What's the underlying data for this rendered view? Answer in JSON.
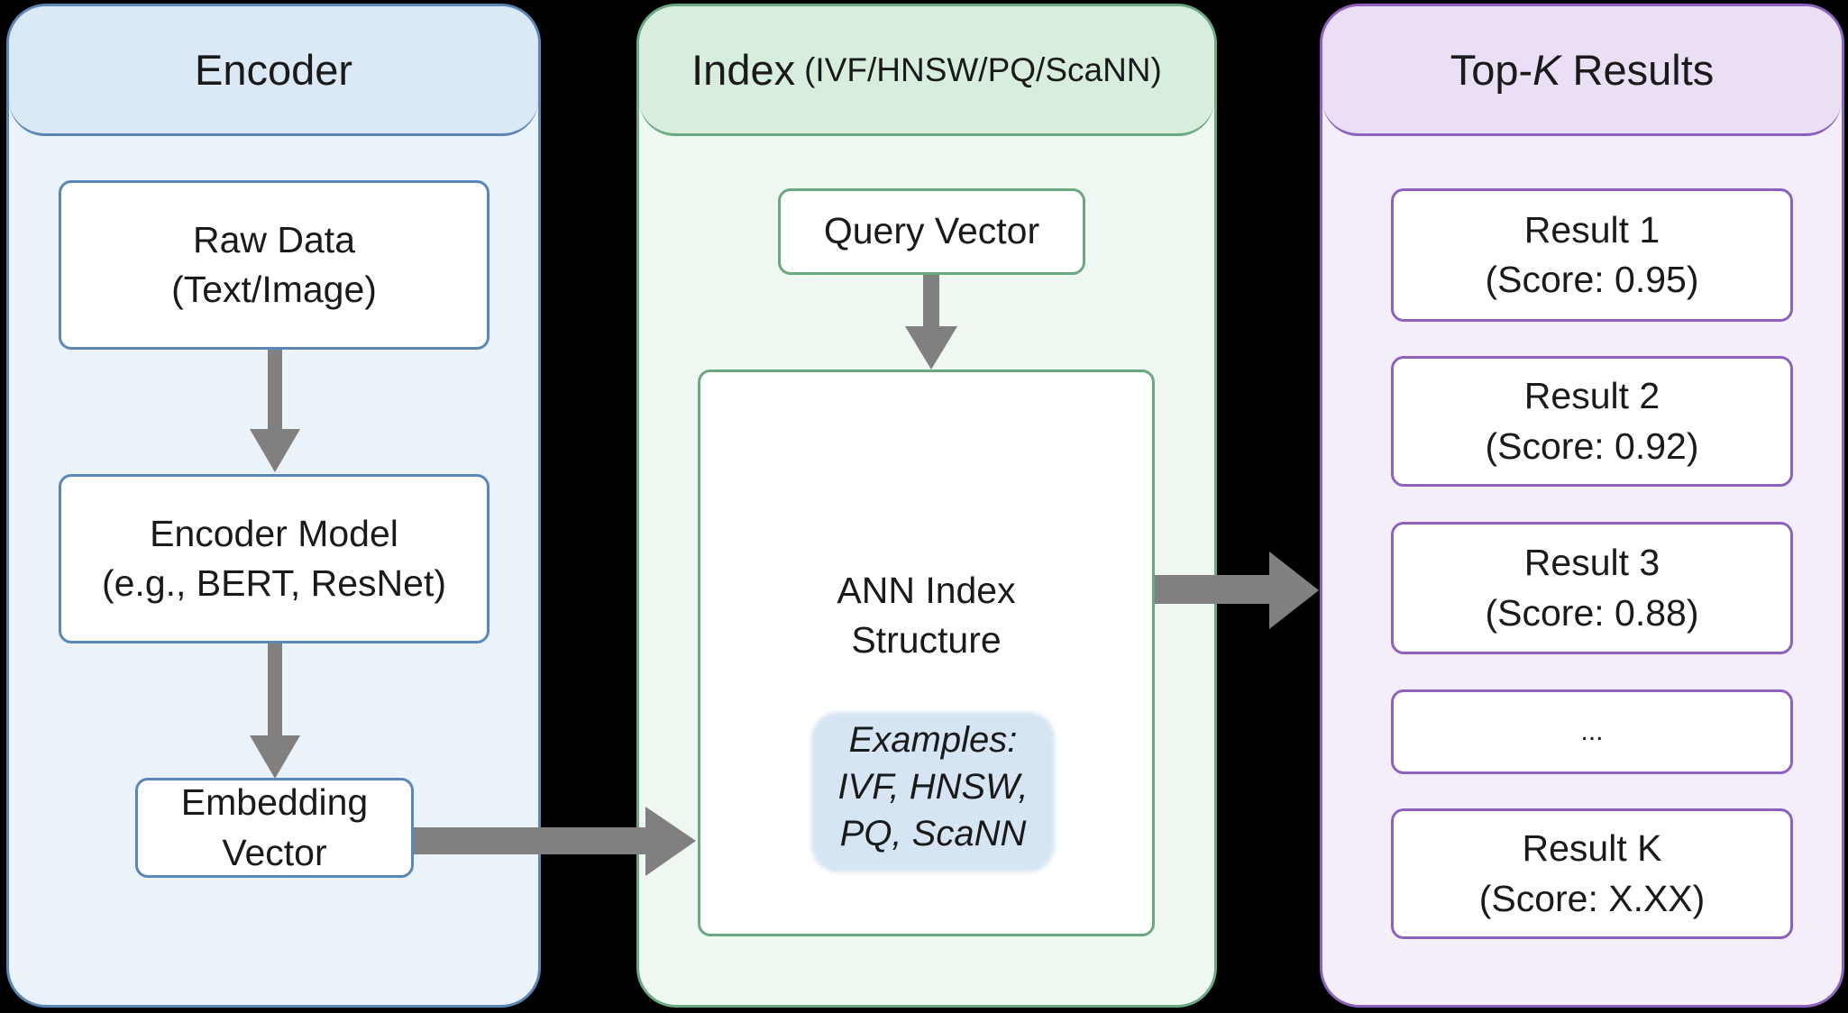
{
  "colors": {
    "background": "#000000",
    "encoder_accent": "#5a86b8",
    "index_accent": "#6aa882",
    "results_accent": "#8d62be",
    "arrow": "#808080"
  },
  "encoder": {
    "title": "Encoder",
    "raw_data": {
      "line1": "Raw Data",
      "line2": "(Text/Image)"
    },
    "encoder_model": {
      "line1": "Encoder Model",
      "line2": "(e.g., BERT, ResNet)"
    },
    "embedding": {
      "line1": "Embedding",
      "line2": "Vector"
    }
  },
  "index": {
    "title": "Index",
    "subtitle": "(IVF/HNSW/PQ/ScaNN)",
    "query_vector": "Query Vector",
    "ann": {
      "line1": "ANN Index",
      "line2": "Structure"
    },
    "examples": {
      "line1": "Examples:",
      "line2": "IVF, HNSW,",
      "line3": "PQ, ScaNN"
    }
  },
  "results": {
    "title_prefix": "Top-",
    "title_k": "K",
    "title_suffix": " Results",
    "items": [
      {
        "label": "Result 1",
        "score": "(Score: 0.95)"
      },
      {
        "label": "Result 2",
        "score": "(Score: 0.92)"
      },
      {
        "label": "Result 3",
        "score": "(Score: 0.88)"
      },
      {
        "label": "...",
        "score": ""
      },
      {
        "label": "Result K",
        "score": "(Score: X.XX)"
      }
    ]
  }
}
